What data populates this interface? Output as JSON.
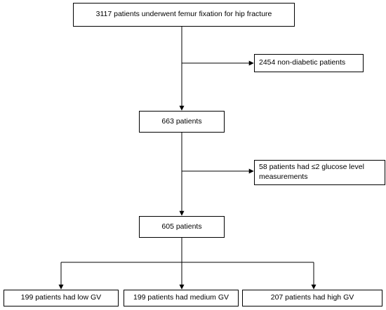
{
  "flowchart": {
    "total": "3117 patients underwent femur fixation for hip fracture",
    "excluded_nondiabetic": "2454 non-diabetic patients",
    "diabetic": "663 patients",
    "excluded_glucose": "58 patients had ≤2 glucose level measurements",
    "analyzed": "605 patients",
    "groups": {
      "low": "199 patients had low GV",
      "medium": "199 patients had medium GV",
      "high": "207 patients had high GV"
    }
  }
}
